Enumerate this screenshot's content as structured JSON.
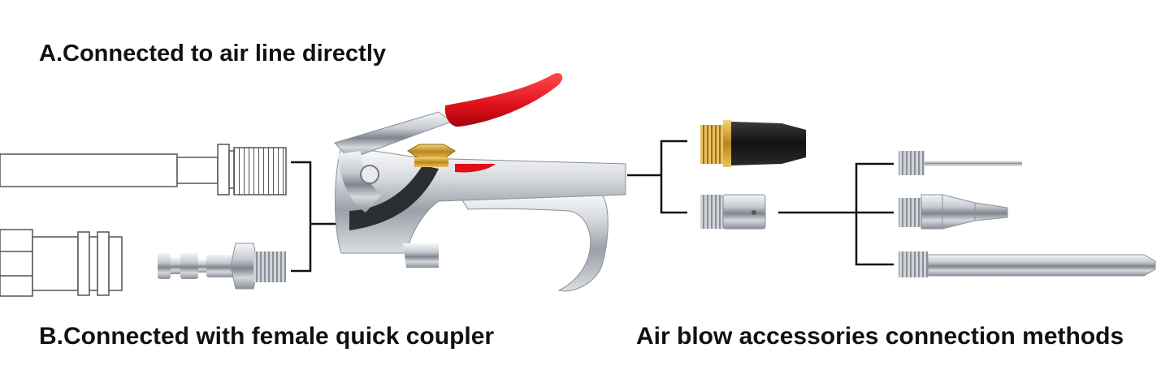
{
  "captions": {
    "air_line": "A.Connected to air line directly",
    "quick_coupler": "B.Connected with female quick coupler",
    "accessories": "Air blow accessories connection methods"
  },
  "colors": {
    "trigger": "#e8101c",
    "chrome": "#c8ccd2",
    "brass": "#c89a2a",
    "rubber": "#1c1c1c",
    "connector_line": "#111111"
  },
  "icons": [
    "air-hose-icon",
    "female-quick-coupler-icon",
    "male-quick-plug-icon",
    "blow-gun-icon",
    "rubber-tip-nozzle-icon",
    "adapter-nozzle-icon",
    "needle-nozzle-icon",
    "tapered-nozzle-icon",
    "extension-tube-icon"
  ]
}
